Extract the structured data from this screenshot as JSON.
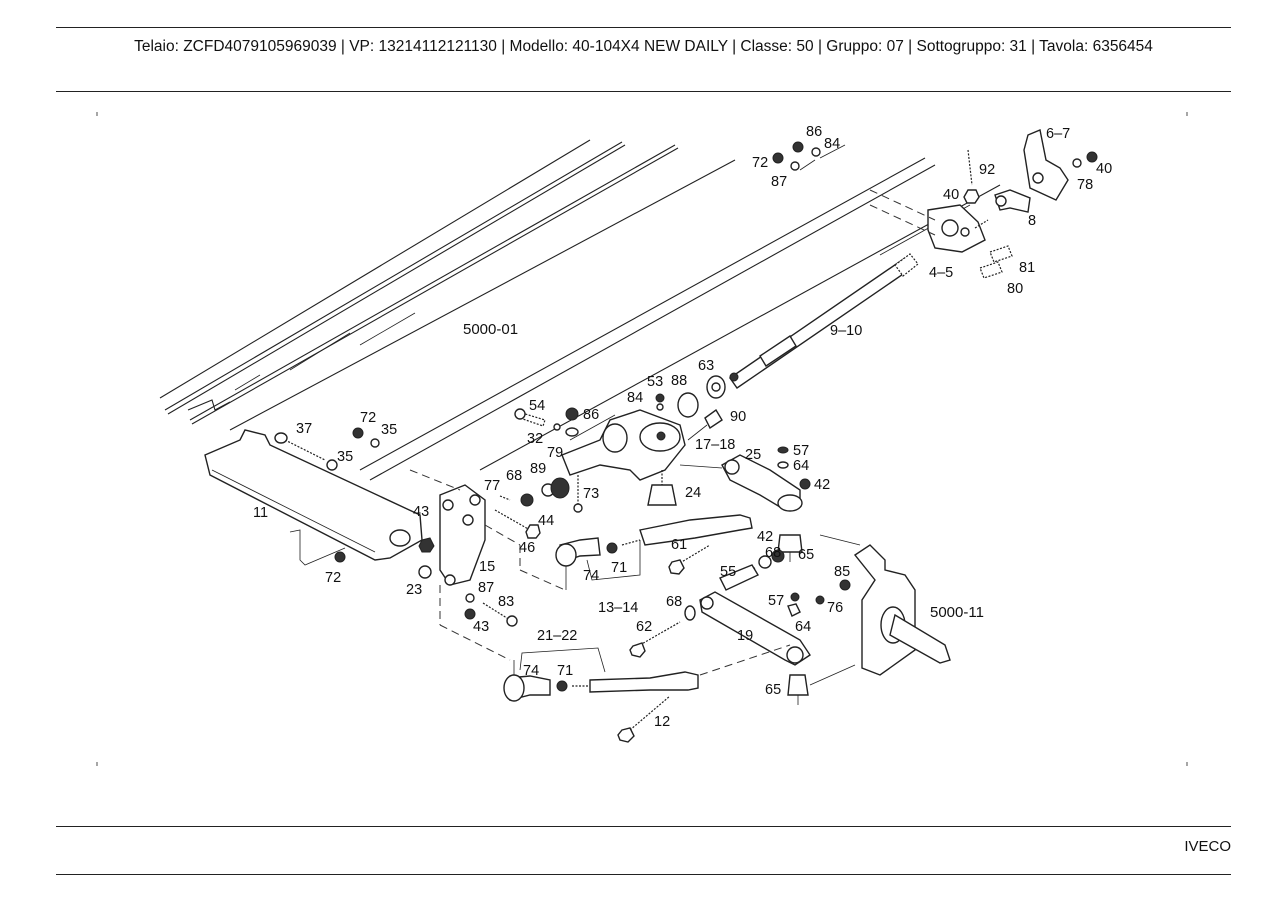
{
  "header": {
    "line": "Telaio: ZCFD4079105969039 | VP: 13214112121130 | Modello: 40-104X4 NEW DAILY | Classe: 50 | Gruppo: 07 | Sottogruppo: 31 | Tavola: 6356454",
    "fields": [
      {
        "key": "Telaio",
        "value": "ZCFD4079105969039"
      },
      {
        "key": "VP",
        "value": "13214112121130"
      },
      {
        "key": "Modello",
        "value": "40-104X4 NEW DAILY"
      },
      {
        "key": "Classe",
        "value": "50"
      },
      {
        "key": "Gruppo",
        "value": "07"
      },
      {
        "key": "Sottogruppo",
        "value": "31"
      },
      {
        "key": "Tavola",
        "value": "6356454"
      }
    ]
  },
  "diagram": {
    "references": {
      "frame": "5000-01",
      "knuckle": "5000-11"
    },
    "callouts": {
      "c72a": "72",
      "c86a": "86",
      "c84a": "84",
      "c87a": "87",
      "c92": "92",
      "c40a": "40",
      "c6_7": "6–7",
      "c40b": "40",
      "c78": "78",
      "c8": "8",
      "c4_5": "4–5",
      "c81": "81",
      "c80": "80",
      "c9_10": "9–10",
      "c63": "63",
      "c53": "53",
      "c88": "88",
      "c84b": "84",
      "c90": "90",
      "c54": "54",
      "c86b": "86",
      "c32": "32",
      "c79": "79",
      "c17_18": "17–18",
      "c37": "37",
      "c72b": "72",
      "c35a": "35",
      "c35b": "35",
      "c25": "25",
      "c57a": "57",
      "c64a": "64",
      "c42a": "42",
      "c68a": "68",
      "c89": "89",
      "c73": "73",
      "c24": "24",
      "c77": "77",
      "c44": "44",
      "c11": "11",
      "c43a": "43",
      "c46": "46",
      "c61": "61",
      "c42b": "42",
      "c65a": "65",
      "c68b": "68",
      "c72c": "72",
      "c23": "23",
      "c15": "15",
      "c74a": "74",
      "c71a": "71",
      "c85": "85",
      "c55": "55",
      "c13_14": "13–14",
      "c87b": "87",
      "c83": "83",
      "c57b": "57",
      "c76": "76",
      "c68c": "68",
      "c62": "62",
      "c64b": "64",
      "c19": "19",
      "c43b": "43",
      "c21_22": "21–22",
      "c74b": "74",
      "c71b": "71",
      "c65b": "65",
      "c12": "12"
    }
  },
  "footer": {
    "brand": "IVECO"
  }
}
